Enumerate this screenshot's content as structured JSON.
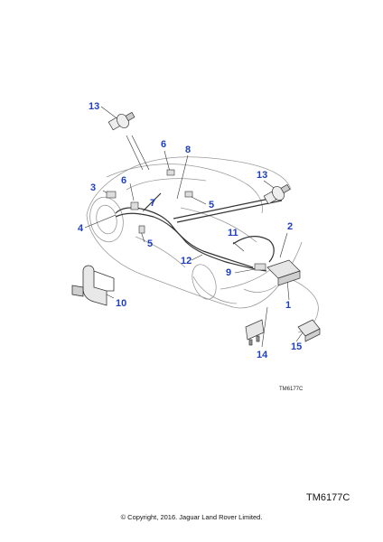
{
  "callouts": {
    "c1": "1",
    "c2": "2",
    "c3": "3",
    "c4": "4",
    "c5a": "5",
    "c5b": "5",
    "c6a": "6",
    "c6b": "6",
    "c7": "7",
    "c8": "8",
    "c9": "9",
    "c10": "10",
    "c11": "11",
    "c12": "12",
    "c13a": "13",
    "c13b": "13",
    "c14": "14",
    "c15": "15"
  },
  "figure_code_small": "TM6177C",
  "figure_code": "TM6177C",
  "copyright": "© Copyright, 2016. Jaguar Land Rover Limited.",
  "colors": {
    "callout": "#1f3fbf",
    "line": "#333333",
    "car_outline": "#9a9a9a"
  },
  "icons": [
    "speaker-tweeter-icon",
    "fuse-icon",
    "relay-icon",
    "clip-icon"
  ]
}
